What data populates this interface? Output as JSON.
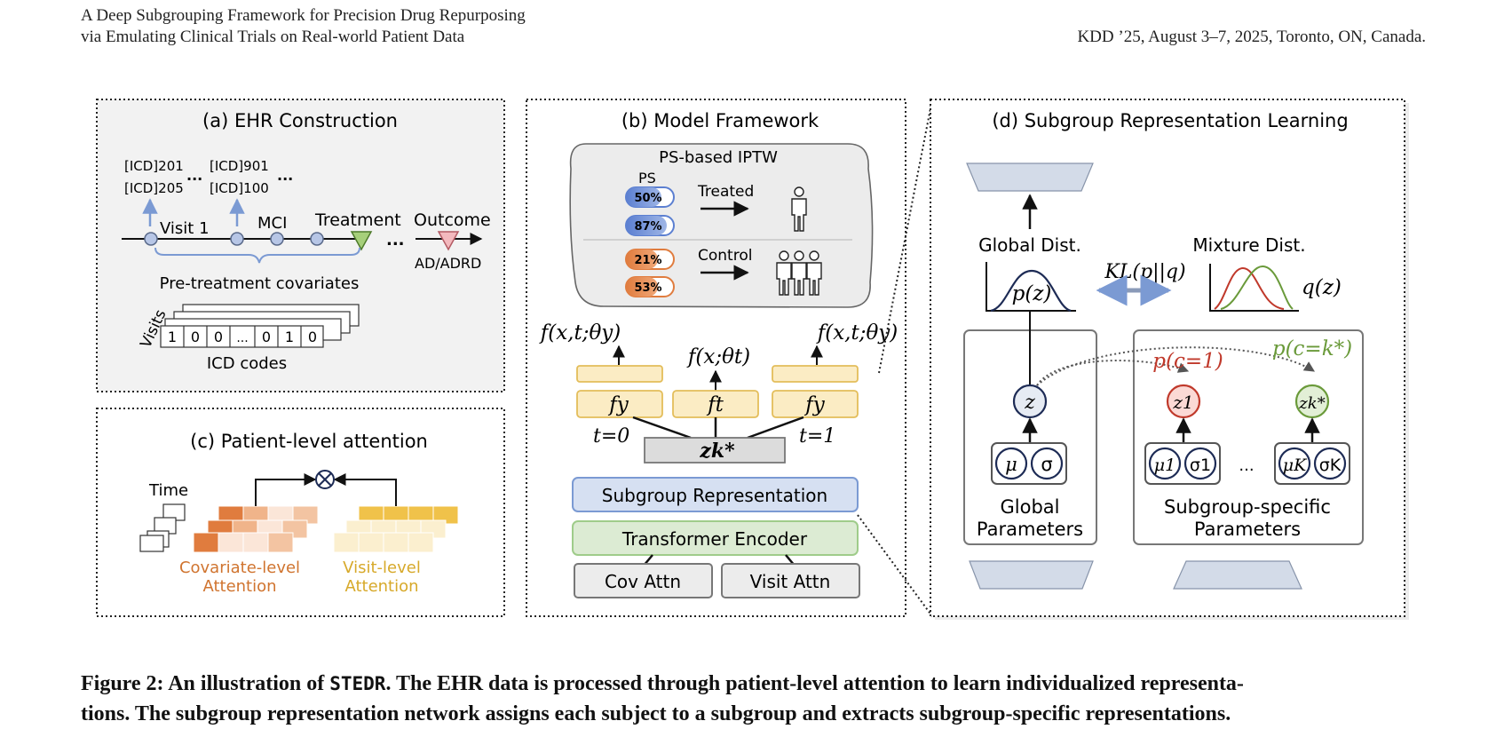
{
  "header": {
    "title_line1": "A Deep Subgrouping Framework for Precision Drug Repurposing",
    "title_line2": "via Emulating Clinical Trials on Real-world Patient Data",
    "venue": "KDD ’25, August 3–7, 2025, Toronto, ON, Canada."
  },
  "panel_a": {
    "title": "(a) EHR Construction",
    "codes": [
      "[ICD]201",
      "[ICD]205",
      "[ICD]901",
      "[ICD]100"
    ],
    "ellipsis": "...",
    "visit1": "Visit 1",
    "mci": "MCI",
    "treatment": "Treatment",
    "outcome": "Outcome",
    "adadrd": "AD/ADRD",
    "pretreatment": "Pre-treatment covariates",
    "visits_label": "Visits",
    "matrix_cells": [
      "1",
      "0",
      "0",
      "...",
      "0",
      "1",
      "0"
    ],
    "icd_label": "ICD codes"
  },
  "panel_b": {
    "title": "(b) Model Framework",
    "ps_title": "PS-based IPTW",
    "ps_label": "PS",
    "treated_ps": [
      "50%",
      "87%"
    ],
    "control_ps": [
      "21%",
      "53%"
    ],
    "treated": "Treated",
    "control": "Control",
    "fy_output": "f(x,t;θy)",
    "ft_output": "f(x;θt)",
    "fy": "fy",
    "ft": "ft",
    "t0": "t=0",
    "t1": "t=1",
    "zk": "zk*",
    "subgroup_rep": "Subgroup Representation",
    "transformer": "Transformer Encoder",
    "cov_attn": "Cov Attn",
    "visit_attn": "Visit Attn"
  },
  "panel_c": {
    "title": "(c) Patient-level attention",
    "time": "Time",
    "cov_attention": [
      "Covariate-level",
      "Attention"
    ],
    "visit_attention": [
      "Visit-level",
      "Attention"
    ]
  },
  "panel_d": {
    "title": "(d) Subgroup Representation Learning",
    "global_dist": "Global Dist.",
    "mixture_dist": "Mixture Dist.",
    "kl": "KL(p||q)",
    "pz": "p(z)",
    "qz": "q(z)",
    "z": "z",
    "z1": "z1",
    "zk": "zk*",
    "pc1": "p(c=1)",
    "pck": "p(c=k*)",
    "mu": "μ",
    "sigma": "σ",
    "mu1": "μ1",
    "sigma1": "σ1",
    "muk": "μK",
    "sigmak": "σK",
    "dots": "...",
    "global_params": [
      "Global",
      "Parameters"
    ],
    "subgroup_params": [
      "Subgroup-specific",
      "Parameters"
    ]
  },
  "caption": {
    "prefix": "Figure 2: An illustration of ",
    "model": "STEDR",
    "line1_rest": ". The EHR data is processed through patient-level attention to learn individualized representa-",
    "line2": "tions. The subgroup representation network assigns each subject to a subgroup and extracts subgroup-specific representations."
  },
  "colors": {
    "blue_accent": "#7b9ad3",
    "orange": "#e07c3e",
    "yellow": "#f0c24a",
    "red": "#c0392b",
    "green": "#6a9a3a",
    "subgroup_box": "#d6e0f2",
    "transformer_box": "#dcebd3"
  }
}
